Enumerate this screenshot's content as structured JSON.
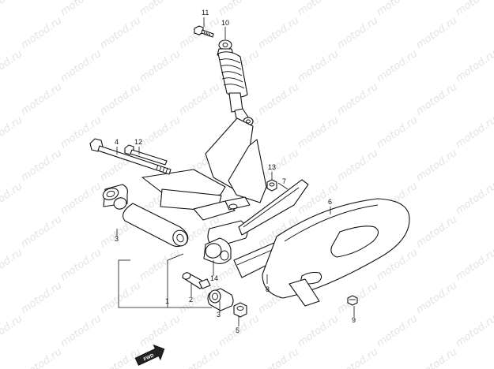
{
  "watermark": "motod.ru",
  "callouts": {
    "c1": "1",
    "c2": "2",
    "c3a": "3",
    "c3b": "3",
    "c4": "4",
    "c5": "5",
    "c6": "6",
    "c7": "7",
    "c8": "8",
    "c9": "9",
    "c10": "10",
    "c11": "11",
    "c12": "12",
    "c13": "13",
    "c14": "14"
  },
  "forward_badge": "FWD"
}
